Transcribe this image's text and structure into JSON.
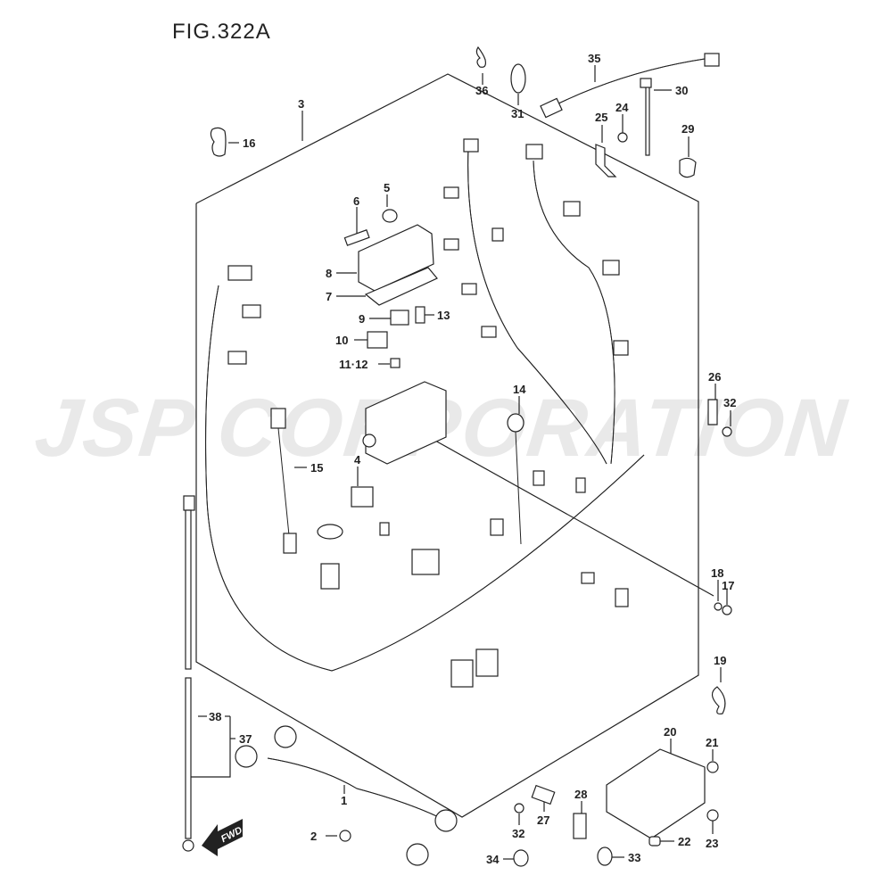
{
  "figure": {
    "title": "FIG.322A",
    "watermark": "JSP CORPORATION",
    "direction_arrow": "FWD"
  },
  "callouts": [
    {
      "id": "3",
      "label": "3"
    },
    {
      "id": "16",
      "label": "16"
    },
    {
      "id": "36",
      "label": "36"
    },
    {
      "id": "31",
      "label": "31"
    },
    {
      "id": "35",
      "label": "35"
    },
    {
      "id": "30",
      "label": "30"
    },
    {
      "id": "25",
      "label": "25"
    },
    {
      "id": "24",
      "label": "24"
    },
    {
      "id": "29",
      "label": "29"
    },
    {
      "id": "6",
      "label": "6"
    },
    {
      "id": "5",
      "label": "5"
    },
    {
      "id": "8",
      "label": "8"
    },
    {
      "id": "7",
      "label": "7"
    },
    {
      "id": "9",
      "label": "9"
    },
    {
      "id": "13",
      "label": "13"
    },
    {
      "id": "10",
      "label": "10"
    },
    {
      "id": "11-12",
      "label": "11·12"
    },
    {
      "id": "14",
      "label": "14"
    },
    {
      "id": "26",
      "label": "26"
    },
    {
      "id": "32a",
      "label": "32"
    },
    {
      "id": "15",
      "label": "15"
    },
    {
      "id": "4",
      "label": "4"
    },
    {
      "id": "18",
      "label": "18"
    },
    {
      "id": "17",
      "label": "17"
    },
    {
      "id": "19",
      "label": "19"
    },
    {
      "id": "38",
      "label": "38"
    },
    {
      "id": "37",
      "label": "37"
    },
    {
      "id": "20",
      "label": "20"
    },
    {
      "id": "21",
      "label": "21"
    },
    {
      "id": "28",
      "label": "28"
    },
    {
      "id": "1",
      "label": "1"
    },
    {
      "id": "27",
      "label": "27"
    },
    {
      "id": "32b",
      "label": "32"
    },
    {
      "id": "22",
      "label": "22"
    },
    {
      "id": "23",
      "label": "23"
    },
    {
      "id": "2",
      "label": "2"
    },
    {
      "id": "34",
      "label": "34"
    },
    {
      "id": "33",
      "label": "33"
    }
  ]
}
